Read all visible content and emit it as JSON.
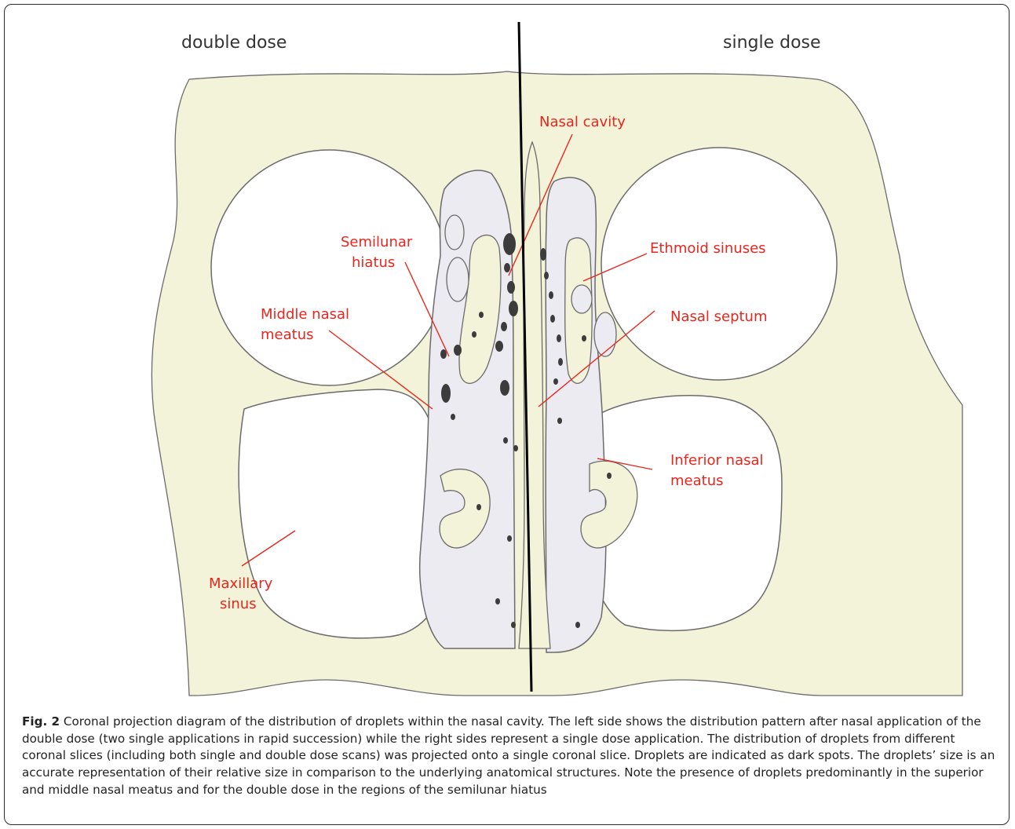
{
  "panels": {
    "left_title": "double dose",
    "right_title": "single dose"
  },
  "labels": {
    "nasal_cavity": "Nasal cavity",
    "semilunar_1": "Semilunar",
    "semilunar_2": "hiatus",
    "middle_1": "Middle nasal",
    "middle_2": "meatus",
    "ethmoid": "Ethmoid sinuses",
    "septum": "Nasal septum",
    "inferior_1": "Inferior nasal",
    "inferior_2": "meatus",
    "maxillary_1": "Maxillary",
    "maxillary_2": "sinus"
  },
  "caption": {
    "fig_label": "Fig. 2",
    "text": "Coronal projection diagram of the distribution of droplets within the nasal cavity. The left side shows the distribution pattern after nasal application of the double dose (two single applications in rapid succession) while the right sides represent a single dose application. The distribution of droplets from different coronal slices (including both single and double dose scans) was projected onto a single coronal slice. Droplets are indicated as dark spots. The droplets’ size is an accurate representation of their relative size in comparison to the underlying anatomical structures. Note the presence of droplets predominantly in the superior and middle nasal meatus and for the double dose in the regions of the semilunar hiatus"
  },
  "colors": {
    "bone": "#f3f3d9",
    "mucosa": "#ecebf2",
    "outline": "#6b6b6b",
    "label": "#e8261e",
    "droplet": "#3c3c3c"
  }
}
